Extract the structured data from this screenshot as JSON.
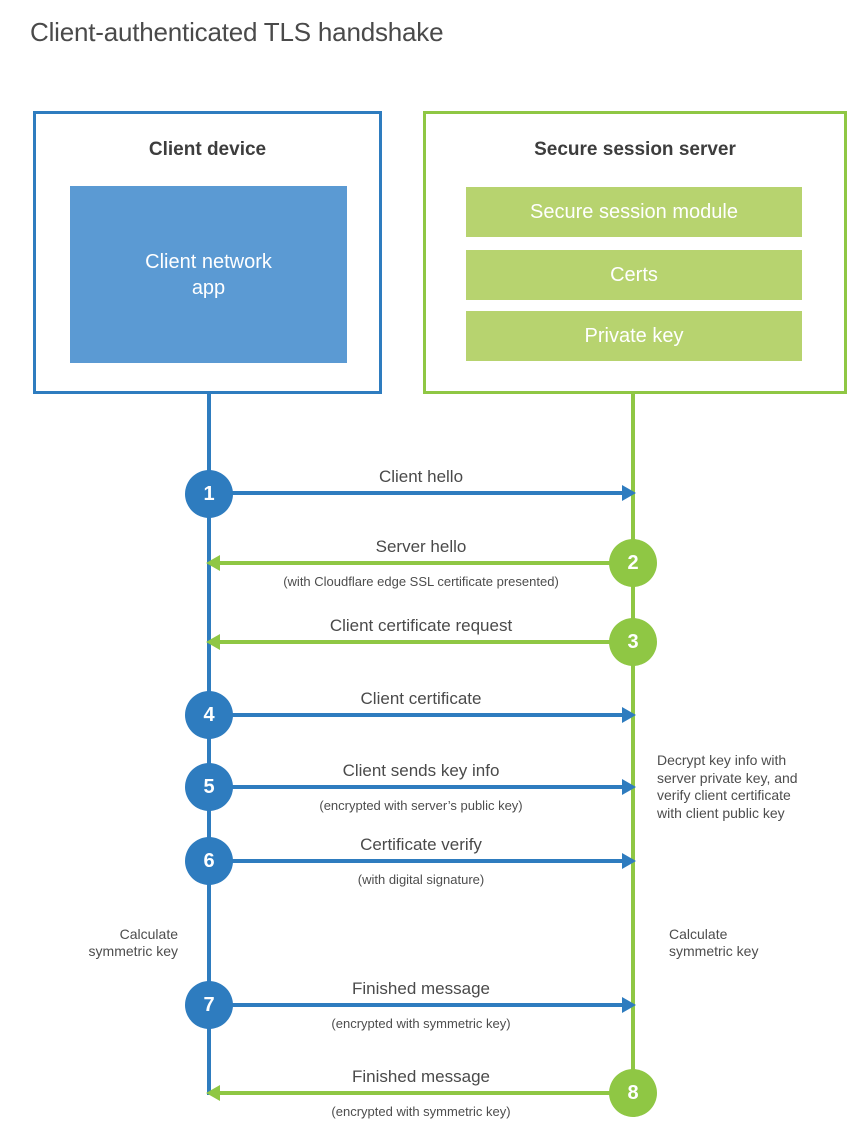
{
  "title": "Client-authenticated TLS handshake",
  "colors": {
    "client_blue": "#2e7cbf",
    "client_blue_fill": "#5b9ad3",
    "server_green": "#8fc744",
    "server_green_fill": "#b7d36f"
  },
  "client_box": {
    "title": "Client device",
    "app_label": "Client network\napp"
  },
  "server_box": {
    "title": "Secure session server",
    "modules": [
      "Secure session module",
      "Certs",
      "Private key"
    ]
  },
  "steps": [
    {
      "num": "1",
      "actor": "client",
      "direction": "right",
      "label": "Client hello",
      "sub": ""
    },
    {
      "num": "2",
      "actor": "server",
      "direction": "left",
      "label": "Server hello",
      "sub": "(with Cloudflare edge SSL certificate presented)"
    },
    {
      "num": "3",
      "actor": "server",
      "direction": "left",
      "label": "Client certificate request",
      "sub": ""
    },
    {
      "num": "4",
      "actor": "client",
      "direction": "right",
      "label": "Client certificate",
      "sub": ""
    },
    {
      "num": "5",
      "actor": "client",
      "direction": "right",
      "label": "Client sends key info",
      "sub": "(encrypted with server’s public key)"
    },
    {
      "num": "6",
      "actor": "client",
      "direction": "right",
      "label": "Certificate verify",
      "sub": "(with digital signature)"
    },
    {
      "num": "7",
      "actor": "client",
      "direction": "right",
      "label": "Finished message",
      "sub": "(encrypted with symmetric key)"
    },
    {
      "num": "8",
      "actor": "server",
      "direction": "left",
      "label": "Finished message",
      "sub": "(encrypted with symmetric key)"
    }
  ],
  "annotations": {
    "decrypt_note": "Decrypt key info with\nserver private key, and\nverify client certificate\nwith client public key",
    "calc_symmetric_left": "Calculate\nsymmetric key",
    "calc_symmetric_right": "Calculate\nsymmetric key"
  }
}
